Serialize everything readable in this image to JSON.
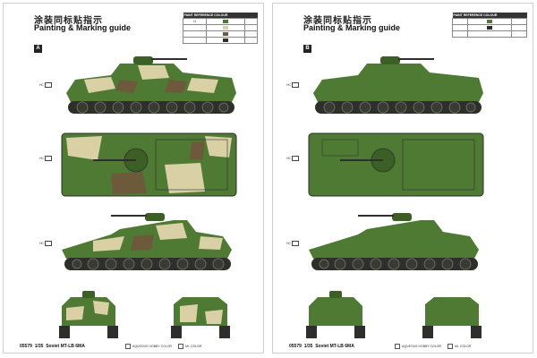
{
  "pages": [
    {
      "cn_title": "涂装同标贴指示",
      "en_title": "Painting & Marking guide",
      "sheet": "A",
      "product_code": "05579",
      "scale": "1/35",
      "model_name": "Soviet MT-LB 6MA",
      "camo": true
    },
    {
      "cn_title": "涂装同标贴指示",
      "en_title": "Painting & Marking guide",
      "sheet": "B",
      "product_code": "05579",
      "scale": "1/35",
      "model_name": "Soviet MT-LB 6MA",
      "camo": false
    }
  ],
  "ref_table": {
    "header": "PAINT REFERENCE COLOUR",
    "rows": [
      {
        "hc": "H",
        "a": "",
        "b": ""
      },
      {
        "hc": "",
        "a": "",
        "b": ""
      },
      {
        "hc": "",
        "a": "",
        "b": ""
      },
      {
        "hc": "",
        "a": "",
        "b": ""
      }
    ]
  },
  "legend": {
    "hobby": "AQUEOUS HOBBY COLOR",
    "mr": "Mr. COLOR"
  },
  "callout_label": "HC",
  "colors": {
    "olive": "#4f7a33",
    "olive_dark": "#3c5f25",
    "sand": "#d9d0a6",
    "brown": "#6d5a3b",
    "track": "#2e2e2a",
    "wheel": "#3a3a35",
    "hub": "#6a6a60"
  }
}
